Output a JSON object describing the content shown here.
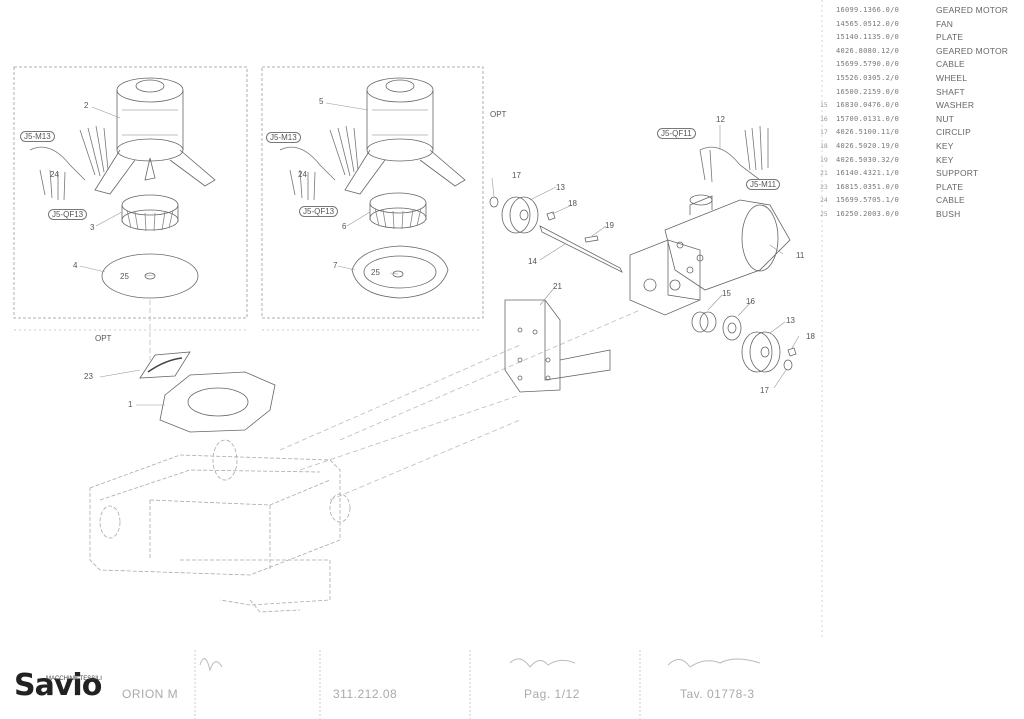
{
  "parts": [
    {
      "ref": "",
      "code": "",
      "desc": ""
    },
    {
      "ref": "",
      "code": "16099.1366.0/0",
      "desc": "GEARED MOTOR"
    },
    {
      "ref": "",
      "code": "14565.0512.0/0",
      "desc": "FAN"
    },
    {
      "ref": "",
      "code": "15140.1135.0/0",
      "desc": "PLATE"
    },
    {
      "ref": "",
      "code": "4026.8080.12/0",
      "desc": "GEARED MOTOR"
    },
    {
      "ref": "",
      "code": "15699.5790.0/0",
      "desc": "CABLE"
    },
    {
      "ref": "",
      "code": "15526.0305.2/0",
      "desc": "WHEEL"
    },
    {
      "ref": "",
      "code": "16500.2159.0/0",
      "desc": "SHAFT"
    },
    {
      "ref": "15",
      "code": "16830.0476.0/0",
      "desc": "WASHER"
    },
    {
      "ref": "16",
      "code": "15700.0131.0/0",
      "desc": "NUT"
    },
    {
      "ref": "17",
      "code": "4026.5100.11/0",
      "desc": "CIRCLIP"
    },
    {
      "ref": "18",
      "code": "4026.5020.19/0",
      "desc": "KEY"
    },
    {
      "ref": "19",
      "code": "4026.5030.32/0",
      "desc": "KEY"
    },
    {
      "ref": "21",
      "code": "16140.4321.1/0",
      "desc": "SUPPORT"
    },
    {
      "ref": "23",
      "code": "16815.0351.0/0",
      "desc": "PLATE"
    },
    {
      "ref": "24",
      "code": "15699.5705.1/0",
      "desc": "CABLE"
    },
    {
      "ref": "25",
      "code": "16250.2003.0/0",
      "desc": "BUSH"
    }
  ],
  "callouts": {
    "n1": "1",
    "n2": "2",
    "n3": "3",
    "n4": "4",
    "n5": "5",
    "n6": "6",
    "n7": "7",
    "n11": "11",
    "n12": "12",
    "n13a": "13",
    "n13b": "13",
    "n14": "14",
    "n15": "15",
    "n16": "16",
    "n17a": "17",
    "n17b": "17",
    "n18a": "18",
    "n18b": "18",
    "n19": "19",
    "n21": "21",
    "n23": "23",
    "n24a": "24",
    "n24b": "24",
    "n25a": "25",
    "n25b": "25"
  },
  "tags": {
    "j5m13a": "J5-M13",
    "j5qf13a": "J5-QF13",
    "j5m13b": "J5-M13",
    "j5qf13b": "J5-QF13",
    "j5qf11": "J5-QF11",
    "j5m11": "J5-M11"
  },
  "opt_labels": {
    "opt1": "OPT",
    "opt2": "OPT"
  },
  "title_block": {
    "brand": "Savio",
    "brand_sub": "MACCHINE TESSILI",
    "machine": "ORION M",
    "drawing_no": "311.212.08",
    "page": "Pag. 1/12",
    "table": "Tav. 01778-3"
  },
  "colors": {
    "ink": "#555555",
    "light_ink": "#999999"
  }
}
